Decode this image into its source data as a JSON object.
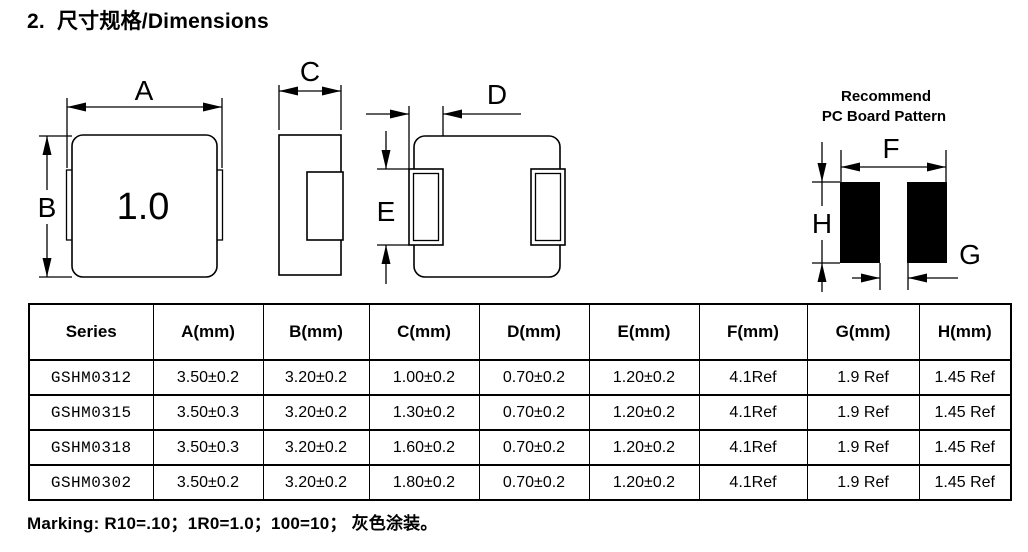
{
  "page": {
    "title": "2.  尺寸规格/Dimensions",
    "marking": "Marking: R10=.10；1R0=1.0；100=10； 灰色涂装。"
  },
  "colors": {
    "ink": "#000000",
    "background": "#ffffff"
  },
  "diagrams": {
    "top_view": {
      "dim_a": "A",
      "dim_b": "B",
      "part_marking": "1.0"
    },
    "side_view": {
      "dim_c": "C"
    },
    "bottom_view": {
      "dim_d": "D",
      "dim_e": "E"
    },
    "pcb_pattern": {
      "title_line1": "Recommend",
      "title_line2": "PC Board Pattern",
      "dim_f": "F",
      "dim_g": "G",
      "dim_h": "H"
    }
  },
  "table": {
    "headers": [
      "Series",
      "A(mm)",
      "B(mm)",
      "C(mm)",
      "D(mm)",
      "E(mm)",
      "F(mm)",
      "G(mm)",
      "H(mm)"
    ],
    "rows": [
      [
        "GSHM0312",
        "3.50±0.2",
        "3.20±0.2",
        "1.00±0.2",
        "0.70±0.2",
        "1.20±0.2",
        "4.1Ref",
        "1.9 Ref",
        "1.45 Ref"
      ],
      [
        "GSHM0315",
        "3.50±0.3",
        "3.20±0.2",
        "1.30±0.2",
        "0.70±0.2",
        "1.20±0.2",
        "4.1Ref",
        "1.9 Ref",
        "1.45 Ref"
      ],
      [
        "GSHM0318",
        "3.50±0.3",
        "3.20±0.2",
        "1.60±0.2",
        "0.70±0.2",
        "1.20±0.2",
        "4.1Ref",
        "1.9 Ref",
        "1.45 Ref"
      ],
      [
        "GSHM0302",
        "3.50±0.2",
        "3.20±0.2",
        "1.80±0.2",
        "0.70±0.2",
        "1.20±0.2",
        "4.1Ref",
        "1.9 Ref",
        "1.45 Ref"
      ]
    ]
  }
}
